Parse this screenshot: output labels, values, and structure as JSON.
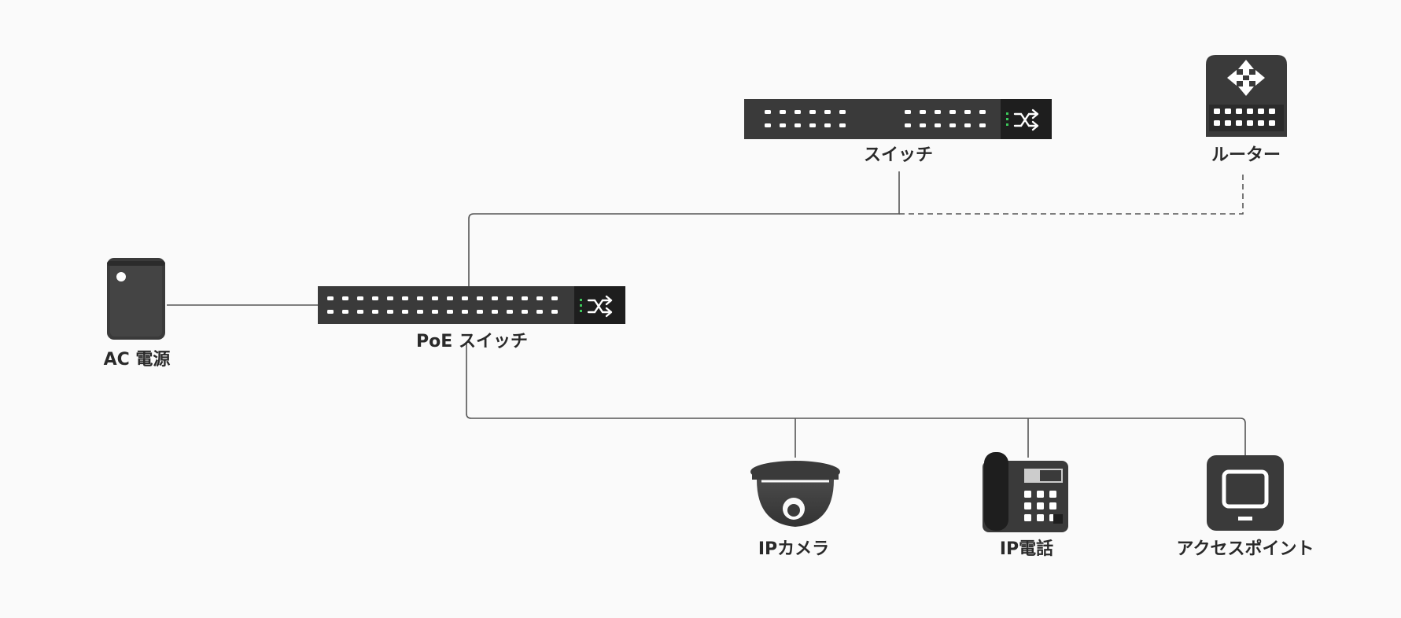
{
  "nodes": {
    "switch": {
      "label": "スイッチ",
      "icon": "network-switch-icon"
    },
    "router": {
      "label": "ルーター",
      "icon": "router-icon"
    },
    "ac_power": {
      "label": "AC 電源",
      "icon": "power-adapter-icon"
    },
    "poe_switch": {
      "label": "PoE スイッチ",
      "icon": "poe-switch-icon"
    },
    "ip_camera": {
      "label": "IPカメラ",
      "icon": "dome-camera-icon"
    },
    "ip_phone": {
      "label": "IP電話",
      "icon": "desk-phone-icon"
    },
    "access_point": {
      "label": "アクセスポイント",
      "icon": "access-point-icon"
    }
  },
  "links": [
    {
      "from": "poe_switch",
      "to": "switch",
      "style": "solid"
    },
    {
      "from": "switch",
      "to": "router",
      "style": "dashed"
    },
    {
      "from": "ac_power",
      "to": "poe_switch",
      "style": "solid"
    },
    {
      "from": "poe_switch",
      "to": "ip_camera",
      "style": "solid"
    },
    {
      "from": "poe_switch",
      "to": "ip_phone",
      "style": "solid"
    },
    {
      "from": "poe_switch",
      "to": "access_point",
      "style": "solid"
    }
  ],
  "colors": {
    "background": "#fafafa",
    "device": "#3a3a3a",
    "device_dark": "#1e1e1e",
    "port": "#ffffff",
    "led": "#3cc85a",
    "line": "#555555",
    "label": "#2a2a2a"
  }
}
